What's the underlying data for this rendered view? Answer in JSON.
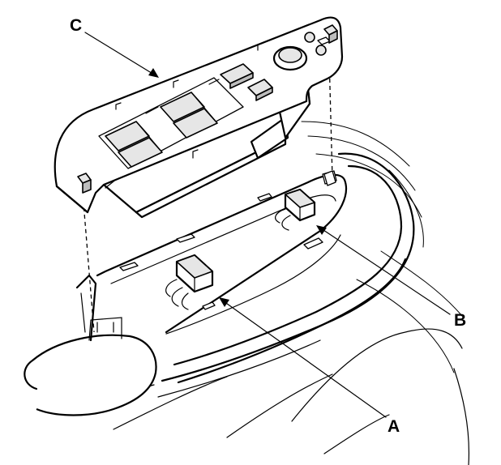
{
  "callouts": {
    "a": "A",
    "b": "B",
    "c": "C"
  },
  "colors": {
    "line": "#000000",
    "background": "#ffffff",
    "shade": "#e6e6e6"
  }
}
